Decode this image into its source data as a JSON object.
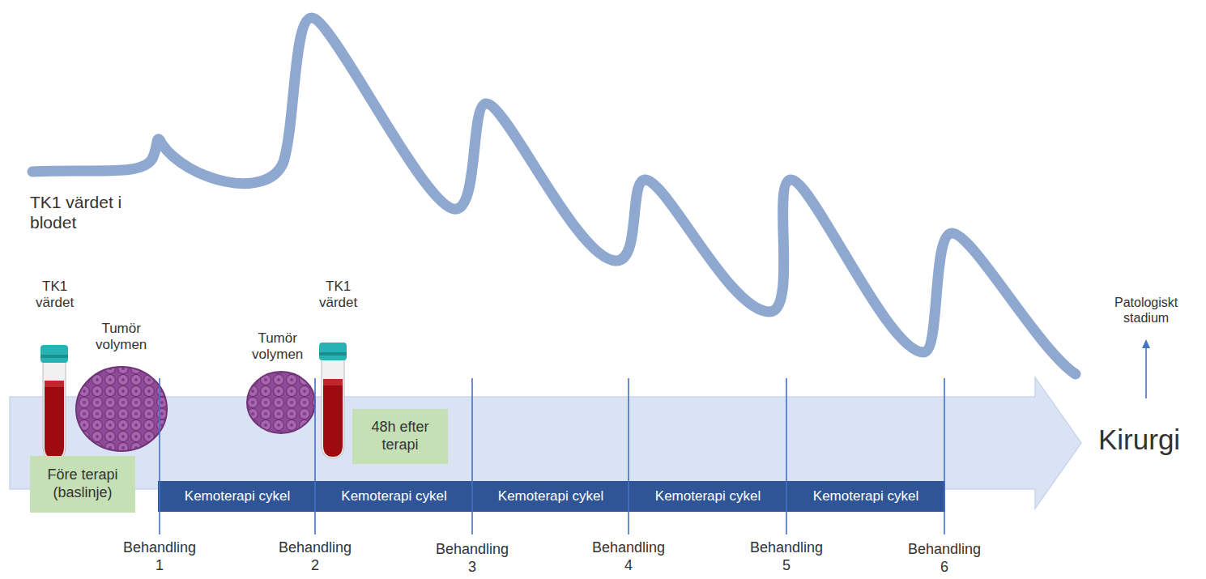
{
  "diagram": {
    "nodes": [
      {
        "text": [
          "Före terapi (baslinje)"
        ]
      },
      {
        "text": [
          "48h efter terapi"
        ]
      },
      {
        "text": [
          "Kemoterapi cykel"
        ]
      },
      {
        "text": [
          "Kemoterapi cykel"
        ]
      },
      {
        "text": [
          "Kemoterapi cykel"
        ]
      },
      {
        "text": [
          "Kemoterapi cykel"
        ]
      },
      {
        "text": [
          "Kemoterapi cykel"
        ]
      }
    ],
    "labels": [
      "TK1 värdet i blodet",
      "TK1 värdet",
      "Tumör volymen",
      "Tumör volymen",
      "TK1 värdet",
      "Patologiskt stadium",
      "Kirurgi",
      "Behandling 1",
      "Behandling 2",
      "Behandling 3",
      "Behandling 4",
      "Behandling 5",
      "Behandling 6"
    ]
  }
}
